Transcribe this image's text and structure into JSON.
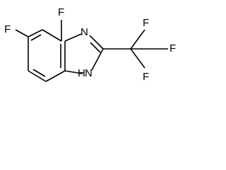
{
  "molecule": {
    "atoms": {
      "f_top": "F",
      "f_left": "F",
      "n_imine": "N",
      "n_h": "N",
      "h_on_n": "H",
      "f_cf3_top": "F",
      "f_cf3_right": "F",
      "f_cf3_bottom": "F"
    }
  }
}
